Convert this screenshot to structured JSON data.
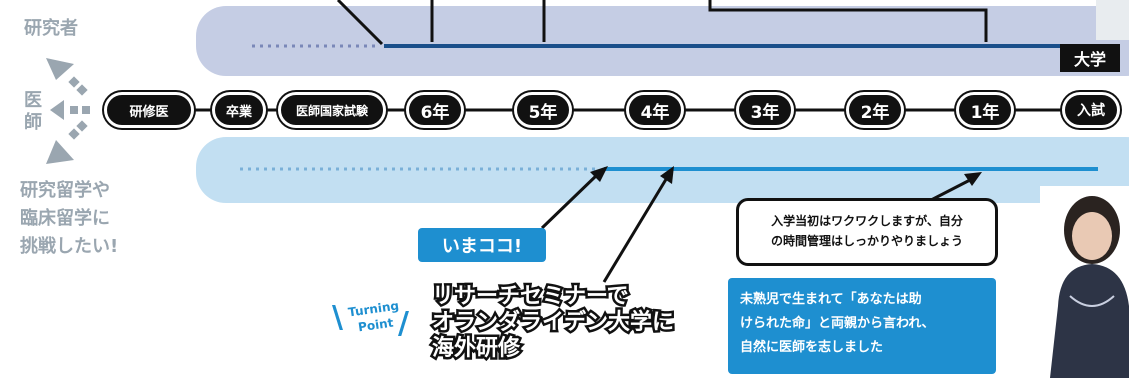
{
  "left": {
    "researcher": "研究者",
    "doctor_line1": "医",
    "doctor_line2": "師",
    "abroad_lines": [
      "研究留学や",
      "臨床留学に",
      "挑戦したい!"
    ]
  },
  "timeline": {
    "nodes": [
      {
        "label": "研修医",
        "kind": "pill"
      },
      {
        "label": "卒業",
        "kind": "pill"
      },
      {
        "label": "医師国家試験",
        "kind": "pill"
      },
      {
        "label": "6年",
        "kind": "year"
      },
      {
        "label": "5年",
        "kind": "year"
      },
      {
        "label": "4年",
        "kind": "year"
      },
      {
        "label": "3年",
        "kind": "year"
      },
      {
        "label": "2年",
        "kind": "year"
      },
      {
        "label": "1年",
        "kind": "year"
      },
      {
        "label": "入試",
        "kind": "year"
      }
    ],
    "university_label": "大学"
  },
  "callouts": {
    "now": "いまココ!",
    "turning_point_line1": "Turning",
    "turning_point_line2": "Point",
    "turning_point_text": [
      "リサーチセミナーで",
      "オランダライデン大学に",
      "海外研修"
    ],
    "advice": [
      "入学当初はワクワクしますが、自分",
      "の時間管理はしっかりやりましょう"
    ],
    "motivation": [
      "未熟児で生まれて「あなたは助",
      "けられた命」と両親から言われ、",
      "自然に医師を志しました"
    ]
  },
  "colors": {
    "accent_blue": "#1e8fd0",
    "band_top": "#c5cde4",
    "band_bottom": "#c2dff2",
    "line_dark_blue": "#1a4f8a"
  }
}
